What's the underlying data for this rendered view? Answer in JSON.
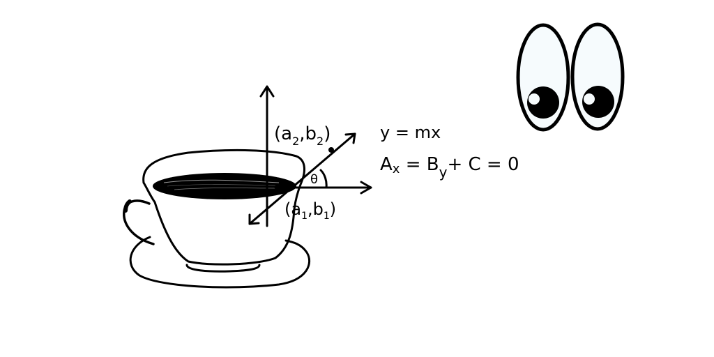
{
  "diagram": {
    "title": "Coffee cup with line-angle coordinate sketch",
    "labels": {
      "point2": "(a",
      "point2_sub_a": "2",
      "point2_mid": ",b",
      "point2_sub_b": "2",
      "point2_close": ")",
      "point1": "(a",
      "point1_sub_a": "1",
      "point1_mid": ",b",
      "point1_sub_b": "1",
      "point1_close": ")",
      "angle": "θ"
    },
    "equations": {
      "line1": "y = mx",
      "line2_a": "A",
      "line2_a_sub": "x",
      "line2_mid": " = B",
      "line2_b_sub": "y",
      "line2_end": "+ C = 0"
    },
    "colors": {
      "stroke": "#000000",
      "eye_white": "#f6fbfd",
      "background": "#ffffff"
    }
  }
}
